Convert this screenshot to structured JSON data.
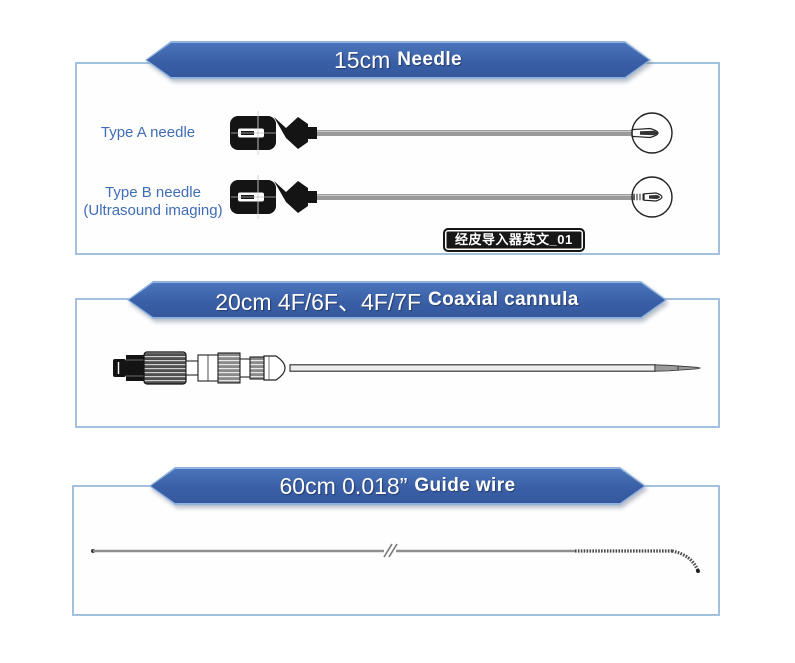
{
  "colors": {
    "banner_blue": "#3a5fa6",
    "banner_edge": "#8fb2de",
    "box_border": "#a3c0de",
    "label_blue": "#3f6db6",
    "badge_bg": "#161616",
    "badge_text": "#ffffff"
  },
  "sections": [
    {
      "banner": {
        "size": "15cm",
        "name": "Needle"
      },
      "items": [
        {
          "label_line1": "Type A needle",
          "label_line2": ""
        },
        {
          "label_line1": "Type B needle",
          "label_line2": "(Ultrasound imaging)"
        }
      ],
      "badge": "经皮导入器英文_01",
      "illustrations": [
        "type-a-needle",
        "type-b-needle",
        "tip-zoom-circle"
      ]
    },
    {
      "banner": {
        "size": "20cm 4F/6F、4F/7F",
        "name": "Coaxial cannula"
      },
      "illustrations": [
        "coaxial-cannula"
      ]
    },
    {
      "banner": {
        "size": "60cm 0.018”",
        "name": "Guide wire"
      },
      "illustrations": [
        "guide-wire"
      ]
    }
  ]
}
